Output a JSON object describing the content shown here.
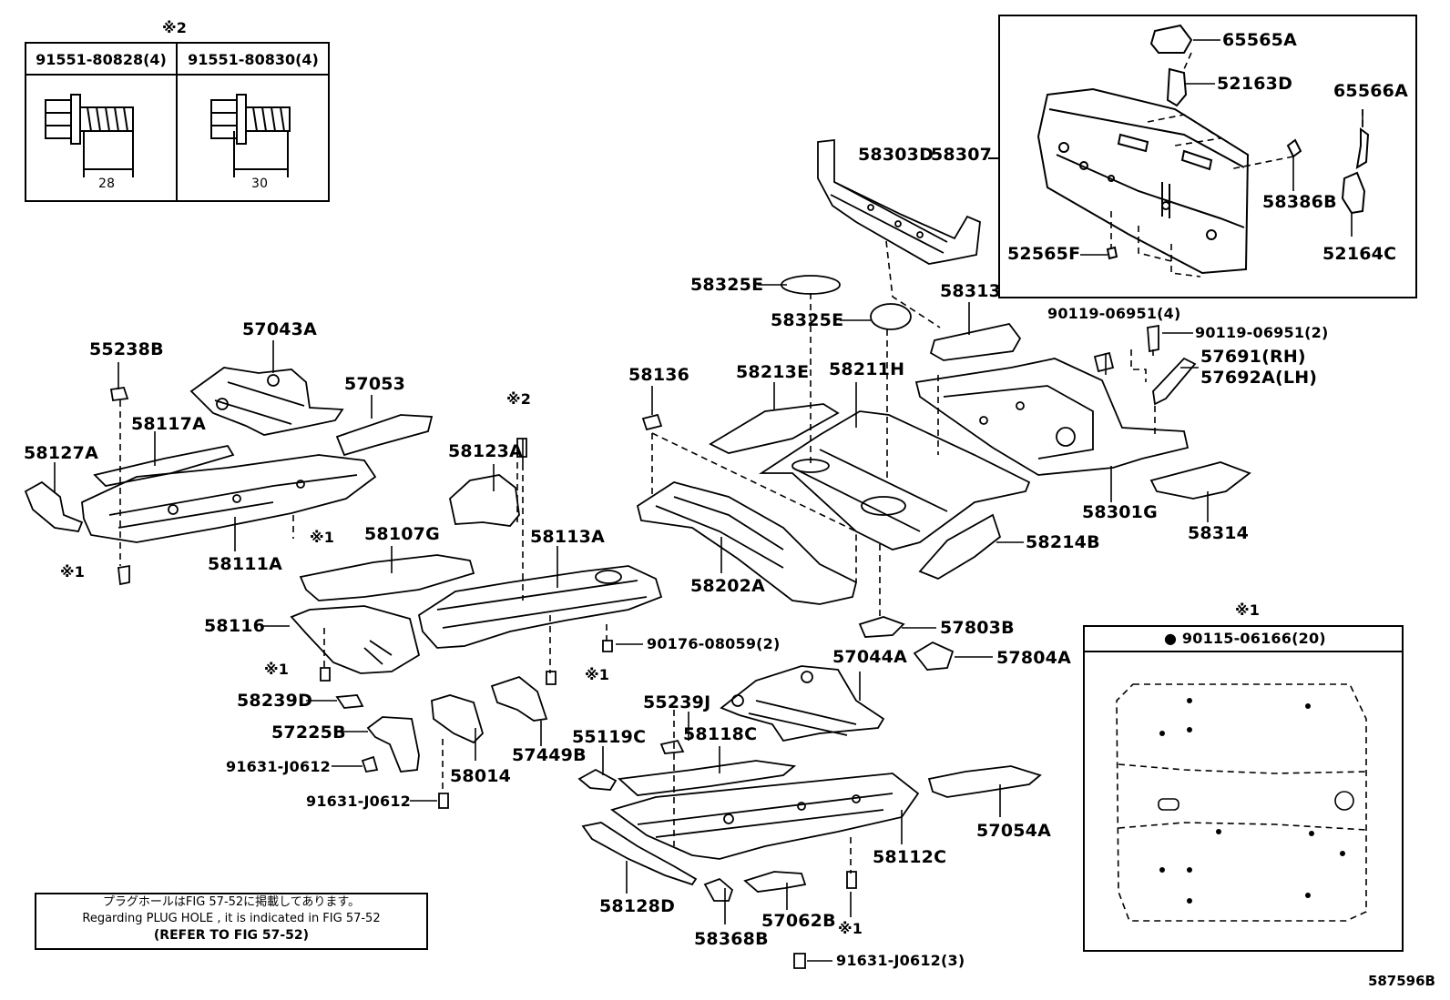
{
  "legend_table": {
    "mark": "※2",
    "col1": "91551-80828(4)",
    "col2": "91551-80830(4)",
    "dim1": "28",
    "dim2": "30"
  },
  "plug_box": {
    "mark": "※1",
    "header": "● 90115-06166(20)"
  },
  "note": {
    "line1": "プラグホールはFIG 57-52に掲載してあります。",
    "line2": "Regarding PLUG HOLE , it is indicated in FIG 57-52",
    "line3": "(REFER TO FIG 57-52)"
  },
  "figure_id": "587596B",
  "marks": {
    "m1": "※1",
    "m2": "※2"
  },
  "labels": {
    "p65565A": "65565A",
    "p52163D": "52163D",
    "p65566A": "65566A",
    "p58303D": "58303D",
    "p58307": "58307",
    "p58386B": "58386B",
    "p52565F": "52565F",
    "p52164C": "52164C",
    "p58325E_a": "58325E",
    "p58325E_b": "58325E",
    "p58313": "58313",
    "p90119a": "90119-06951(4)",
    "p90119b": "90119-06951(2)",
    "p57691": "57691(RH)",
    "p57692A": "57692A(LH)",
    "p55238B": "55238B",
    "p57043A": "57043A",
    "p57053": "57053",
    "p58117A": "58117A",
    "p58127A": "58127A",
    "p58111A": "58111A",
    "p58123A": "58123A",
    "p58107G": "58107G",
    "p58113A": "58113A",
    "p58136": "58136",
    "p58213E": "58213E",
    "p58211H": "58211H",
    "p58202A": "58202A",
    "p58214B": "58214B",
    "p58301G": "58301G",
    "p58314": "58314",
    "p58116": "58116",
    "p90176": "90176-08059(2)",
    "p57803B": "57803B",
    "p57804A": "57804A",
    "p57044A": "57044A",
    "p58239D": "58239D",
    "p55239J": "55239J",
    "p57225B": "57225B",
    "p55119C": "55119C",
    "p58118C": "58118C",
    "p91631a": "91631-J0612",
    "p58014": "58014",
    "p57449B": "57449B",
    "p91631b": "91631-J0612",
    "p57054A": "57054A",
    "p58112C": "58112C",
    "p58128D": "58128D",
    "p58368B": "58368B",
    "p57062B": "57062B",
    "p91631c": "91631-J0612(3)"
  }
}
